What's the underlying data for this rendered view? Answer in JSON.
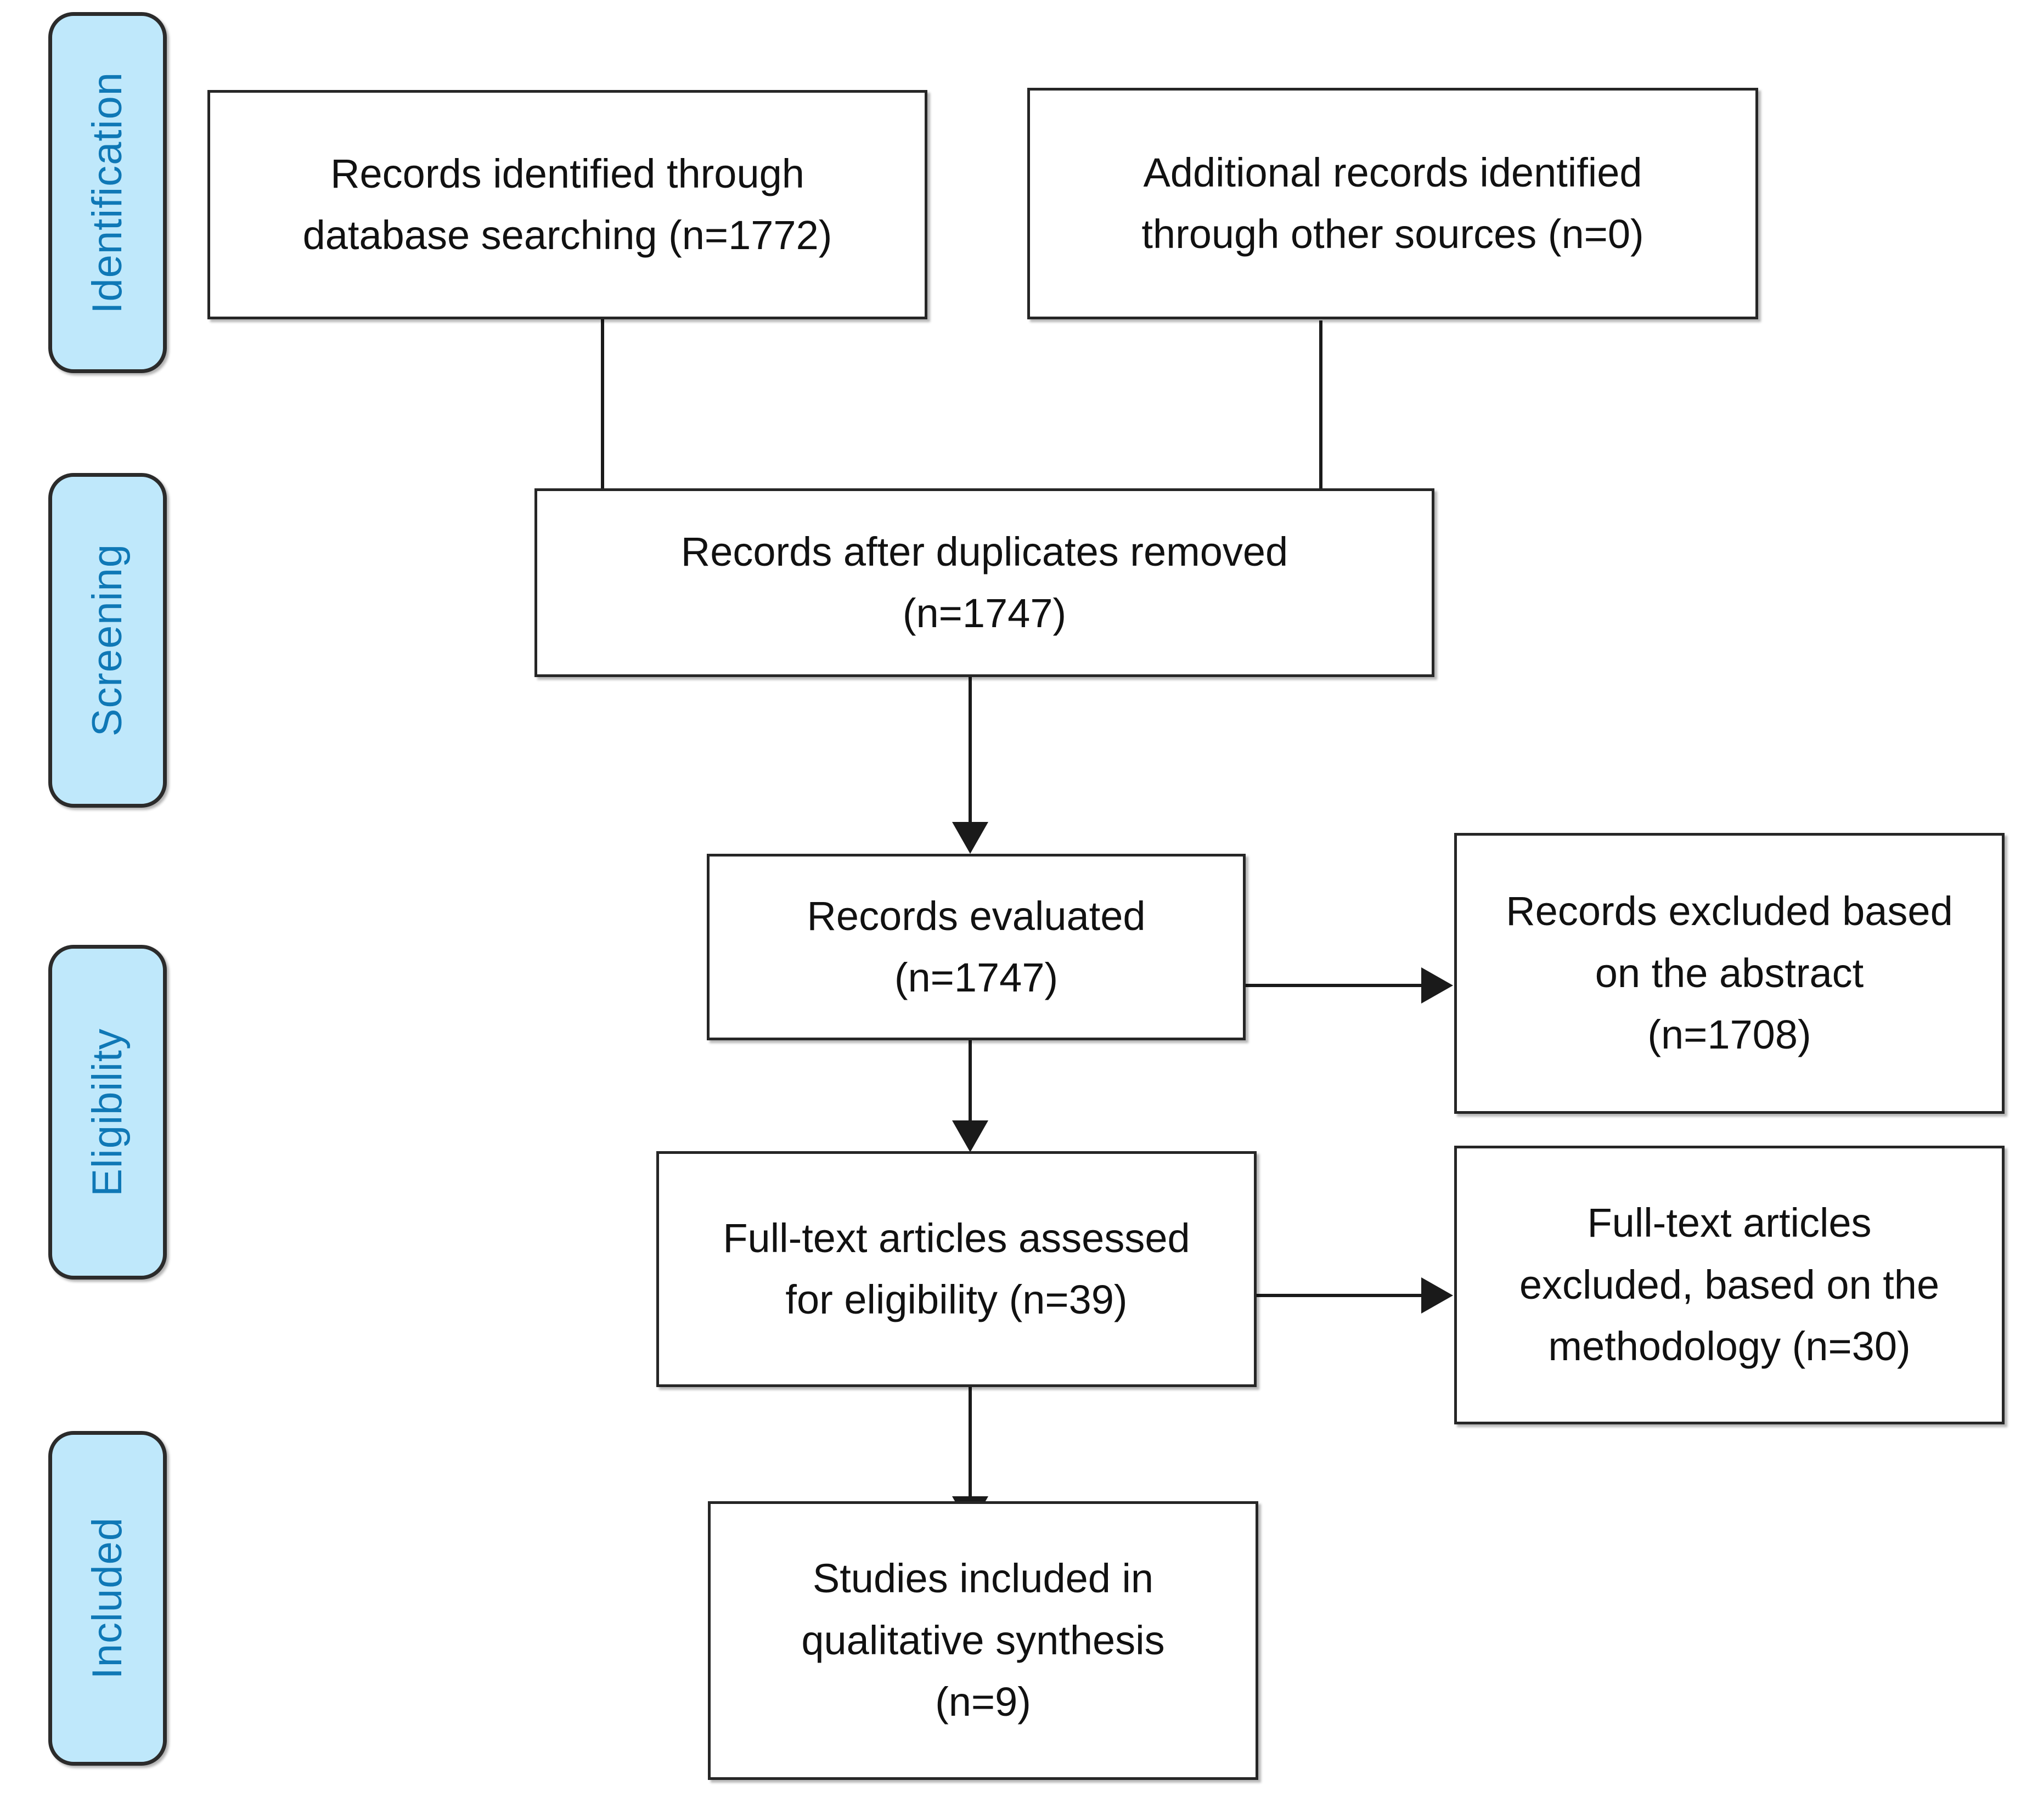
{
  "diagram": {
    "type": "PRISMA flow diagram",
    "stages": [
      {
        "id": "identification",
        "label": "Identification"
      },
      {
        "id": "screening",
        "label": "Screening"
      },
      {
        "id": "eligibility",
        "label": "Eligibility"
      },
      {
        "id": "included",
        "label": "Included"
      }
    ],
    "boxes": [
      {
        "id": "records-identified-database",
        "text": "Records identified through\ndatabase searching (n=1772)",
        "n": 1772
      },
      {
        "id": "additional-records-other-sources",
        "text": "Additional records identified\nthrough other sources (n=0)",
        "n": 0
      },
      {
        "id": "records-after-duplicates-removed",
        "text": "Records after duplicates removed\n(n=1747)",
        "n": 1747
      },
      {
        "id": "records-evaluated",
        "text": "Records evaluated\n(n=1747)",
        "n": 1747
      },
      {
        "id": "records-excluded-abstract",
        "text": "Records excluded based\non the abstract\n(n=1708)",
        "n": 1708
      },
      {
        "id": "full-text-assessed",
        "text": "Full-text articles assessed\nfor eligibility (n=39)",
        "n": 39
      },
      {
        "id": "full-text-excluded-methodology",
        "text": "Full-text articles\nexcluded, based on the\nmethodology (n=30)",
        "n": 30
      },
      {
        "id": "studies-included-qualitative",
        "text": "Studies included in\nqualitative synthesis\n(n=9)",
        "n": 9
      }
    ],
    "colors": {
      "stage_fill": "#BFE8FB",
      "stage_text": "#0F78B6",
      "stage_border": "#2B2B2B",
      "box_border": "#262626",
      "box_text": "#111111",
      "connector": "#1A1A1A",
      "background": "#FFFFFF"
    }
  }
}
